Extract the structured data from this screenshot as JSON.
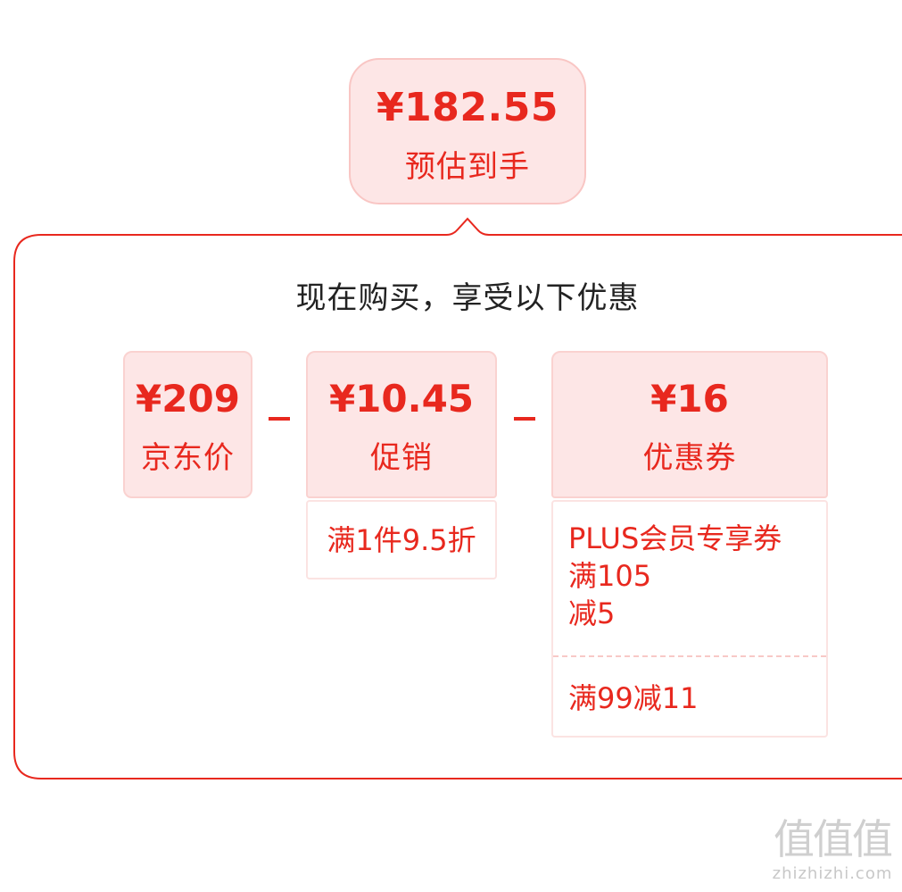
{
  "estimate": {
    "price": "¥182.55",
    "label": "预估到手"
  },
  "panel": {
    "heading": "现在购买，享受以下优惠"
  },
  "prices": {
    "jd": {
      "amount": "¥209",
      "caption": "京东价"
    },
    "promo": {
      "amount": "¥10.45",
      "caption": "促销"
    },
    "coupon": {
      "amount": "¥16",
      "caption": "优惠券"
    }
  },
  "details": {
    "promo": "满1件9.5折",
    "coupons": [
      [
        "PLUS会员专享券",
        "满105",
        "减5"
      ],
      [
        "满99减11"
      ]
    ]
  },
  "watermark": {
    "glyphs": "值值值",
    "url": "zhizhizhi.com"
  },
  "colors": {
    "accent": "#e8281e",
    "box_fill": "#fde6e6",
    "box_border": "#fad2d0",
    "text_dark": "#222222"
  }
}
